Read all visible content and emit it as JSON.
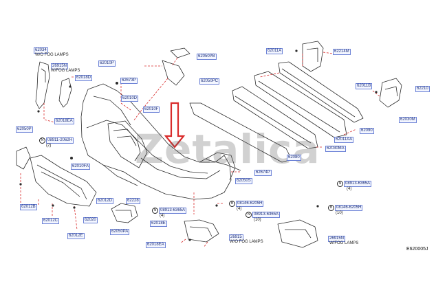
{
  "diagram": {
    "watermark": "Zetalica",
    "figure_code": "E620005J",
    "colors": {
      "line": "#2b2b2b",
      "leader": "#d92b2b",
      "label_border": "#6c82d6",
      "label_text": "#1c2f7a",
      "arrow": "#d92b2b"
    },
    "labels": {
      "p62034": "62034",
      "p26915n": "26915N",
      "p62018d": "62018D",
      "p62018ea_left": "62018EA",
      "p62010p": "62010P",
      "p62673p": "62673P",
      "p62010d": "62010D",
      "p62010f": "62010F",
      "p62050pb": "62050PB",
      "p62050pc": "62050PC",
      "p62011a": "62011A",
      "p62214m": "62214M",
      "p62011b": "62011B",
      "p62210": "62210",
      "p62030m": "62030M",
      "p62090": "62090",
      "p62011aa": "62011AA",
      "p62030ma": "62030MA",
      "p62080": "62080",
      "p62674p": "62674P",
      "p62050p_left": "62050P",
      "p62010fa": "62010FA",
      "p62050s": "62050S",
      "p62012b": "62012B",
      "p62012c": "62012C",
      "p62020": "62020",
      "p62012e": "62012E",
      "p62012d": "62012D",
      "p62228": "62228",
      "p62050pa": "62050PA",
      "p62018e": "62018E",
      "p62018ea_bottom": "62018EA",
      "p26915_bottom": "26915",
      "p26915n_bottom": "26915N"
    },
    "notes": {
      "wo_fog_top": "W/O  FOG  LAMPS",
      "w_fog_top": "W/FOG  LAMPS",
      "wo_fog_bottom": "W/O  FOG  LAMPS",
      "w_fog_bottom": "W/FOG  LAMPS"
    },
    "fasteners": {
      "n08911": {
        "symbol": "N",
        "code": "08911-2062H",
        "qty": "(2)"
      },
      "n08913_right": {
        "symbol": "N",
        "code": "08913-6365A",
        "qty": "(4)"
      },
      "b08146_mid": {
        "symbol": "B",
        "code": "08146-6205H",
        "qty": "(4)"
      },
      "n08913_left": {
        "symbol": "N",
        "code": "08913-6365A",
        "qty": "(4)"
      },
      "n08913_bottom": {
        "symbol": "N",
        "code": "08913-6365A",
        "qty": "(10)"
      },
      "b08146_right": {
        "symbol": "B",
        "code": "08146-6205H",
        "qty": "(10)"
      }
    }
  }
}
